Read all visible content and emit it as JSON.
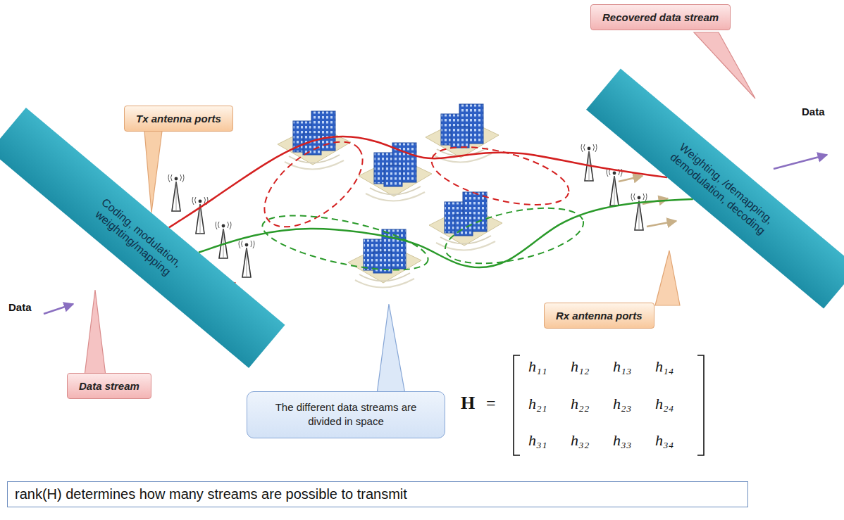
{
  "diagram": {
    "nodes": [
      {
        "text": [
          "Recovered data stream"
        ]
      },
      {
        "text": [
          "Weighting, /demapping, demodulation, decoding"
        ]
      },
      {
        "text": [
          "Tx antenna ports"
        ]
      },
      {
        "text": [
          "Coding, modulation, weighting/mapping"
        ]
      },
      {
        "text": [
          "Rx antenna ports"
        ]
      },
      {
        "text": [
          "Data stream"
        ]
      },
      {
        "text": [
          "The different data streams are divided in space"
        ]
      },
      {
        "text": [
          "rank(H) determines how many streams are possible to transmit"
        ]
      }
    ],
    "edges": [
      {
        "from": 3,
        "to": 1,
        "arrow": "none"
      },
      {
        "from": 3,
        "to": 1,
        "arrow": "none"
      }
    ],
    "labels": [
      "Data",
      "Data",
      "H",
      "=",
      "h₁₁",
      "h₁₂",
      "h₁₃",
      "h₁₄",
      "h₂₁",
      "h₂₂",
      "h₂₃",
      "h₂₄",
      "h₃₁",
      "h₃₂",
      "h₃₃",
      "h₃₄"
    ]
  }
}
